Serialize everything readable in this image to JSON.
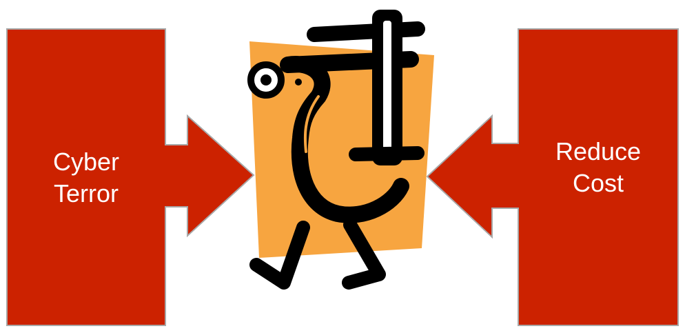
{
  "left_arrow": {
    "line1": "Cyber",
    "line2": "Terror"
  },
  "right_arrow": {
    "line1": "Reduce",
    "line2": "Cost"
  },
  "colors": {
    "arrow_fill": "#cc2200",
    "arrow_stroke": "#a8a8a8",
    "clamp_background": "#f7a540",
    "clamp_ink": "#000000",
    "label_text": "#ffffff"
  },
  "icons": {
    "center": "walking-clamp-icon"
  }
}
